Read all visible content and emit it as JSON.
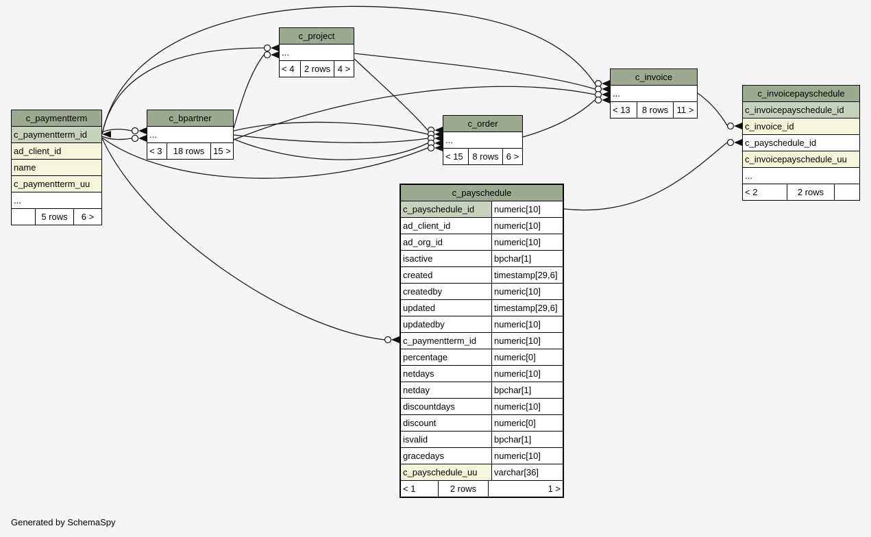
{
  "page": {
    "footer_note": "Generated by SchemaSpy"
  },
  "colors": {
    "background": "#f5f5f5",
    "table_header_bg": "#9BAA90",
    "primary_key_bg": "#C6D2BC",
    "indexed_column_bg": "#F5F5DA",
    "row_bg": "#ffffff",
    "border": "#000000",
    "edge_line": "#1b1b1b"
  },
  "tables": {
    "c_paymentterm": {
      "title": "c_paymentterm",
      "show_types": false,
      "columns": [
        {
          "name": "c_paymentterm_id",
          "kind": "pk"
        },
        {
          "name": "ad_client_id",
          "kind": "attr"
        },
        {
          "name": "name",
          "kind": "attr"
        },
        {
          "name": "c_paymentterm_uu",
          "kind": "attr"
        },
        {
          "name": "...",
          "kind": "plain"
        }
      ],
      "footer": {
        "left": "",
        "center": "5 rows",
        "right": "6 >"
      }
    },
    "c_bpartner": {
      "title": "c_bpartner",
      "show_types": false,
      "columns": [
        {
          "name": "...",
          "kind": "plain"
        }
      ],
      "footer": {
        "left": "< 3",
        "center": "18 rows",
        "right": "15 >"
      }
    },
    "c_project": {
      "title": "c_project",
      "show_types": false,
      "columns": [
        {
          "name": "...",
          "kind": "plain"
        }
      ],
      "footer": {
        "left": "< 4",
        "center": "2 rows",
        "right": "4 >"
      }
    },
    "c_order": {
      "title": "c_order",
      "show_types": false,
      "columns": [
        {
          "name": "...",
          "kind": "plain"
        }
      ],
      "footer": {
        "left": "< 15",
        "center": "8 rows",
        "right": "6 >"
      }
    },
    "c_invoice": {
      "title": "c_invoice",
      "show_types": false,
      "columns": [
        {
          "name": "...",
          "kind": "plain"
        }
      ],
      "footer": {
        "left": "< 13",
        "center": "8 rows",
        "right": "11 >"
      }
    },
    "c_invoicepayschedule": {
      "title": "c_invoicepayschedule",
      "show_types": false,
      "columns": [
        {
          "name": "c_invoicepayschedule_id",
          "kind": "pk"
        },
        {
          "name": "c_invoice_id",
          "kind": "attr"
        },
        {
          "name": "c_payschedule_id",
          "kind": "plain"
        },
        {
          "name": "c_invoicepayschedule_uu",
          "kind": "attr"
        },
        {
          "name": "...",
          "kind": "plain"
        }
      ],
      "footer": {
        "left": "< 2",
        "center": "2 rows",
        "right": ""
      }
    },
    "c_payschedule": {
      "title": "c_payschedule",
      "show_types": true,
      "columns": [
        {
          "name": "c_payschedule_id",
          "type": "numeric[10]",
          "kind": "pk"
        },
        {
          "name": "ad_client_id",
          "type": "numeric[10]",
          "kind": "plain"
        },
        {
          "name": "ad_org_id",
          "type": "numeric[10]",
          "kind": "plain"
        },
        {
          "name": "isactive",
          "type": "bpchar[1]",
          "kind": "plain"
        },
        {
          "name": "created",
          "type": "timestamp[29,6]",
          "kind": "plain"
        },
        {
          "name": "createdby",
          "type": "numeric[10]",
          "kind": "plain"
        },
        {
          "name": "updated",
          "type": "timestamp[29,6]",
          "kind": "plain"
        },
        {
          "name": "updatedby",
          "type": "numeric[10]",
          "kind": "plain"
        },
        {
          "name": "c_paymentterm_id",
          "type": "numeric[10]",
          "kind": "plain"
        },
        {
          "name": "percentage",
          "type": "numeric[0]",
          "kind": "plain"
        },
        {
          "name": "netdays",
          "type": "numeric[10]",
          "kind": "plain"
        },
        {
          "name": "netday",
          "type": "bpchar[1]",
          "kind": "plain"
        },
        {
          "name": "discountdays",
          "type": "numeric[10]",
          "kind": "plain"
        },
        {
          "name": "discount",
          "type": "numeric[0]",
          "kind": "plain"
        },
        {
          "name": "isvalid",
          "type": "bpchar[1]",
          "kind": "plain"
        },
        {
          "name": "gracedays",
          "type": "numeric[10]",
          "kind": "plain"
        },
        {
          "name": "c_payschedule_uu",
          "type": "varchar[36]",
          "kind": "attr"
        }
      ],
      "footer": {
        "left": "< 1",
        "center": "2 rows",
        "right": "1 >"
      }
    }
  }
}
